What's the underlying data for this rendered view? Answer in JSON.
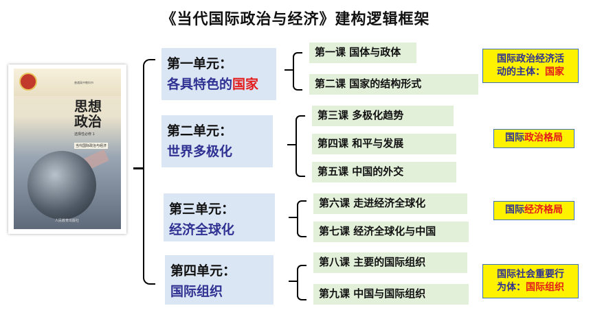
{
  "title": "《当代国际政治与经济》建构逻辑框架",
  "book": {
    "title_line1": "思想",
    "title_line2": "政治",
    "series": "普通高中教科书",
    "subtitle": "选择性必修 1",
    "subtitle2": "当代国际政治与经济",
    "publisher": "人民教育出版社"
  },
  "units": [
    {
      "name": "第一单元：",
      "theme_prefix": "各具特色的",
      "theme_highlight": "国家"
    },
    {
      "name": "第二单元：",
      "theme_prefix": "世界多极化",
      "theme_highlight": ""
    },
    {
      "name": "第三单元：",
      "theme_prefix": "经济全球化",
      "theme_highlight": ""
    },
    {
      "name": "第四单元：",
      "theme_prefix": "国际组织",
      "theme_highlight": ""
    }
  ],
  "lessons": [
    "第一课  国体与政体",
    "第二课  国家的结构形式",
    "第三课  多极化趋势",
    "第四课  和平与发展",
    "第五课  中国的外交",
    "第六课  走进经济全球化",
    "第七课  经济全球化与中国",
    "第八课  主要的国际组织",
    "第九课  中国与国际组织"
  ],
  "notes": [
    {
      "line1": "国际政治经济活",
      "line2_prefix": "动的主体：",
      "line2_highlight": "国家"
    },
    {
      "prefix": "国际",
      "highlight": "政治格局"
    },
    {
      "prefix": "国际",
      "highlight": "经济格局"
    },
    {
      "line1": "国际社会重要行",
      "line2_prefix": "为体：",
      "line2_highlight": "国际组织"
    }
  ],
  "colors": {
    "unit_bg": "#dbe6f4",
    "lesson_bg": "#e2efd9",
    "note_bg": "#fff200",
    "theme_text": "#2e3192",
    "highlight": "#e31b1b"
  }
}
